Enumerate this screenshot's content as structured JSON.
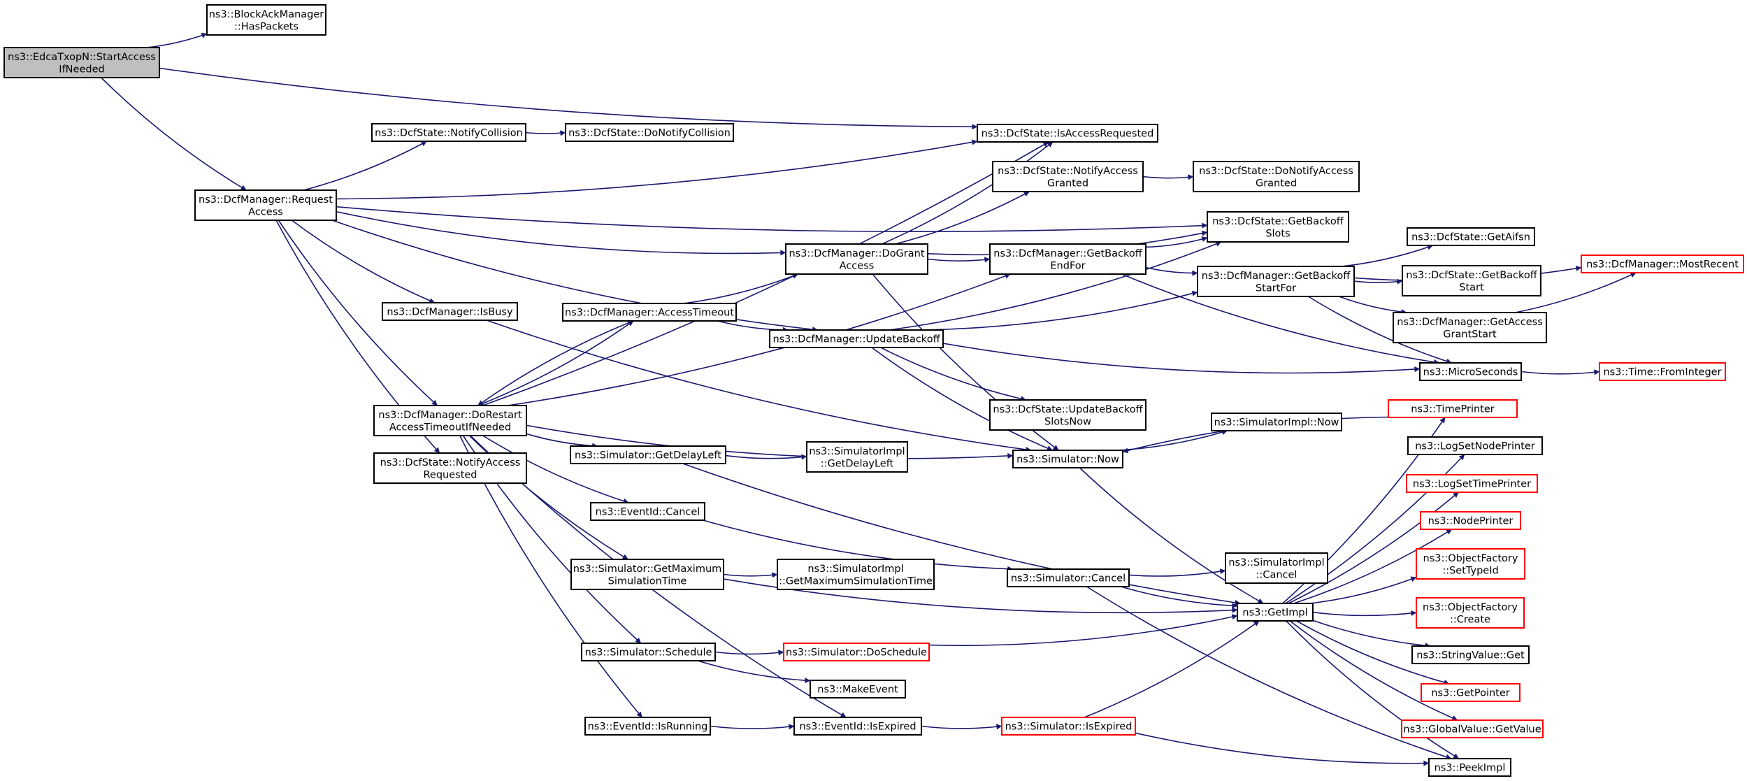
{
  "colors": {
    "edge": "#191970",
    "node_border": "#000000",
    "node_border_truncated": "#ff0000",
    "node_fill": "#ffffff",
    "root_fill": "#bfbfbf"
  },
  "nodes": [
    {
      "id": "start_access",
      "lines": [
        "ns3::EdcaTxopN::StartAccess",
        "IfNeeded"
      ],
      "root": true
    },
    {
      "id": "has_packets",
      "lines": [
        "ns3::BlockAckManager",
        "::HasPackets"
      ]
    },
    {
      "id": "request_access",
      "lines": [
        "ns3::DcfManager::Request",
        "Access"
      ]
    },
    {
      "id": "notify_collision",
      "lines": [
        "ns3::DcfState::NotifyCollision"
      ]
    },
    {
      "id": "do_notify_collision",
      "lines": [
        "ns3::DcfState::DoNotifyCollision"
      ]
    },
    {
      "id": "is_access_requested",
      "lines": [
        "ns3::DcfState::IsAccessRequested"
      ]
    },
    {
      "id": "notify_access_granted",
      "lines": [
        "ns3::DcfState::NotifyAccess",
        "Granted"
      ]
    },
    {
      "id": "do_notify_access_granted",
      "lines": [
        "ns3::DcfState::DoNotifyAccess",
        "Granted"
      ]
    },
    {
      "id": "get_backoff_slots",
      "lines": [
        "ns3::DcfState::GetBackoff",
        "Slots"
      ]
    },
    {
      "id": "do_grant_access",
      "lines": [
        "ns3::DcfManager::DoGrant",
        "Access"
      ]
    },
    {
      "id": "get_backoff_end_for",
      "lines": [
        "ns3::DcfManager::GetBackoff",
        "EndFor"
      ]
    },
    {
      "id": "get_aifsn",
      "lines": [
        "ns3::DcfState::GetAifsn"
      ]
    },
    {
      "id": "get_backoff_start_for",
      "lines": [
        "ns3::DcfManager::GetBackoff",
        "StartFor"
      ]
    },
    {
      "id": "get_backoff_start",
      "lines": [
        "ns3::DcfState::GetBackoff",
        "Start"
      ]
    },
    {
      "id": "most_recent",
      "lines": [
        "ns3::DcfManager::MostRecent"
      ],
      "truncated": true
    },
    {
      "id": "is_busy",
      "lines": [
        "ns3::DcfManager::IsBusy"
      ]
    },
    {
      "id": "access_timeout",
      "lines": [
        "ns3::DcfManager::AccessTimeout"
      ]
    },
    {
      "id": "update_backoff",
      "lines": [
        "ns3::DcfManager::UpdateBackoff"
      ]
    },
    {
      "id": "get_access_grant_start",
      "lines": [
        "ns3::DcfManager::GetAccess",
        "GrantStart"
      ]
    },
    {
      "id": "micro_seconds",
      "lines": [
        "ns3::MicroSeconds"
      ]
    },
    {
      "id": "from_integer",
      "lines": [
        "ns3::Time::FromInteger"
      ],
      "truncated": true
    },
    {
      "id": "do_restart",
      "lines": [
        "ns3::DcfManager::DoRestart",
        "AccessTimeoutIfNeeded"
      ]
    },
    {
      "id": "update_backoff_slots_now",
      "lines": [
        "ns3::DcfState::UpdateBackoff",
        "SlotsNow"
      ]
    },
    {
      "id": "simimpl_now",
      "lines": [
        "ns3::SimulatorImpl::Now"
      ]
    },
    {
      "id": "time_printer",
      "lines": [
        "ns3::TimePrinter"
      ],
      "truncated": true
    },
    {
      "id": "notify_access_requested",
      "lines": [
        "ns3::DcfState::NotifyAccess",
        "Requested"
      ]
    },
    {
      "id": "get_delay_left",
      "lines": [
        "ns3::Simulator::GetDelayLeft"
      ]
    },
    {
      "id": "simimpl_get_delay_left",
      "lines": [
        "ns3::SimulatorImpl",
        "::GetDelayLeft"
      ]
    },
    {
      "id": "simulator_now",
      "lines": [
        "ns3::Simulator::Now"
      ]
    },
    {
      "id": "log_set_node_printer",
      "lines": [
        "ns3::LogSetNodePrinter"
      ]
    },
    {
      "id": "log_set_time_printer",
      "lines": [
        "ns3::LogSetTimePrinter"
      ],
      "truncated": true
    },
    {
      "id": "eventid_cancel",
      "lines": [
        "ns3::EventId::Cancel"
      ]
    },
    {
      "id": "node_printer",
      "lines": [
        "ns3::NodePrinter"
      ],
      "truncated": true
    },
    {
      "id": "get_max_sim_time",
      "lines": [
        "ns3::Simulator::GetMaximum",
        "SimulationTime"
      ]
    },
    {
      "id": "simimpl_get_max_sim_time",
      "lines": [
        "ns3::SimulatorImpl",
        "::GetMaximumSimulationTime"
      ]
    },
    {
      "id": "simulator_cancel",
      "lines": [
        "ns3::Simulator::Cancel"
      ]
    },
    {
      "id": "simimpl_cancel",
      "lines": [
        "ns3::SimulatorImpl",
        "::Cancel"
      ]
    },
    {
      "id": "set_type_id",
      "lines": [
        "ns3::ObjectFactory",
        "::SetTypeId"
      ],
      "truncated": true
    },
    {
      "id": "get_impl",
      "lines": [
        "ns3::GetImpl"
      ]
    },
    {
      "id": "factory_create",
      "lines": [
        "ns3::ObjectFactory",
        "::Create"
      ],
      "truncated": true
    },
    {
      "id": "simulator_schedule",
      "lines": [
        "ns3::Simulator::Schedule"
      ]
    },
    {
      "id": "do_schedule",
      "lines": [
        "ns3::Simulator::DoSchedule"
      ],
      "truncated": true
    },
    {
      "id": "string_value_get",
      "lines": [
        "ns3::StringValue::Get"
      ]
    },
    {
      "id": "make_event",
      "lines": [
        "ns3::MakeEvent"
      ]
    },
    {
      "id": "get_pointer",
      "lines": [
        "ns3::GetPointer"
      ],
      "truncated": true
    },
    {
      "id": "eventid_is_running",
      "lines": [
        "ns3::EventId::IsRunning"
      ]
    },
    {
      "id": "eventid_is_expired",
      "lines": [
        "ns3::EventId::IsExpired"
      ]
    },
    {
      "id": "simulator_is_expired",
      "lines": [
        "ns3::Simulator::IsExpired"
      ],
      "truncated": true
    },
    {
      "id": "global_value_get_value",
      "lines": [
        "ns3::GlobalValue::GetValue"
      ],
      "truncated": true
    },
    {
      "id": "peek_impl",
      "lines": [
        "ns3::PeekImpl"
      ]
    }
  ],
  "edges": [
    [
      "start_access",
      "has_packets"
    ],
    [
      "start_access",
      "is_access_requested"
    ],
    [
      "start_access",
      "request_access"
    ],
    [
      "request_access",
      "notify_collision"
    ],
    [
      "request_access",
      "is_access_requested"
    ],
    [
      "request_access",
      "get_backoff_slots"
    ],
    [
      "request_access",
      "do_grant_access"
    ],
    [
      "request_access",
      "update_backoff"
    ],
    [
      "request_access",
      "is_busy"
    ],
    [
      "request_access",
      "do_restart"
    ],
    [
      "request_access",
      "notify_access_requested"
    ],
    [
      "notify_collision",
      "do_notify_collision"
    ],
    [
      "notify_access_granted",
      "do_notify_access_granted"
    ],
    [
      "do_grant_access",
      "is_access_requested"
    ],
    [
      "do_grant_access",
      "notify_access_granted"
    ],
    [
      "do_grant_access",
      "get_backoff_slots"
    ],
    [
      "do_grant_access",
      "get_backoff_end_for"
    ],
    [
      "do_grant_access",
      "simulator_now"
    ],
    [
      "get_backoff_end_for",
      "get_backoff_slots"
    ],
    [
      "get_backoff_end_for",
      "get_backoff_start_for"
    ],
    [
      "get_backoff_end_for",
      "micro_seconds"
    ],
    [
      "get_backoff_start_for",
      "get_aifsn"
    ],
    [
      "get_backoff_start_for",
      "most_recent"
    ],
    [
      "get_backoff_start_for",
      "get_backoff_start"
    ],
    [
      "get_backoff_start_for",
      "get_access_grant_start"
    ],
    [
      "get_backoff_start_for",
      "micro_seconds"
    ],
    [
      "get_access_grant_start",
      "most_recent"
    ],
    [
      "micro_seconds",
      "from_integer"
    ],
    [
      "is_busy",
      "simulator_now"
    ],
    [
      "access_timeout",
      "do_grant_access"
    ],
    [
      "access_timeout",
      "do_restart"
    ],
    [
      "access_timeout",
      "update_backoff"
    ],
    [
      "update_backoff",
      "get_backoff_slots"
    ],
    [
      "update_backoff",
      "get_backoff_start_for"
    ],
    [
      "update_backoff",
      "micro_seconds"
    ],
    [
      "update_backoff",
      "update_backoff_slots_now"
    ],
    [
      "update_backoff",
      "simulator_now"
    ],
    [
      "do_restart",
      "is_access_requested"
    ],
    [
      "do_restart",
      "access_timeout"
    ],
    [
      "do_restart",
      "get_backoff_end_for"
    ],
    [
      "do_restart",
      "simulator_now"
    ],
    [
      "do_restart",
      "get_delay_left"
    ],
    [
      "do_restart",
      "eventid_cancel"
    ],
    [
      "do_restart",
      "get_max_sim_time"
    ],
    [
      "do_restart",
      "simulator_schedule"
    ],
    [
      "do_restart",
      "eventid_is_running"
    ],
    [
      "do_restart",
      "eventid_is_expired"
    ],
    [
      "get_delay_left",
      "simimpl_get_delay_left"
    ],
    [
      "get_delay_left",
      "get_impl"
    ],
    [
      "simulator_now",
      "simimpl_now"
    ],
    [
      "simulator_now",
      "get_impl"
    ],
    [
      "time_printer",
      "simulator_now"
    ],
    [
      "eventid_cancel",
      "simulator_cancel"
    ],
    [
      "get_max_sim_time",
      "simimpl_get_max_sim_time"
    ],
    [
      "get_max_sim_time",
      "get_impl"
    ],
    [
      "simulator_cancel",
      "simimpl_cancel"
    ],
    [
      "simulator_cancel",
      "get_impl"
    ],
    [
      "simulator_cancel",
      "peek_impl"
    ],
    [
      "simulator_schedule",
      "do_schedule"
    ],
    [
      "simulator_schedule",
      "make_event"
    ],
    [
      "do_schedule",
      "get_impl"
    ],
    [
      "eventid_is_running",
      "eventid_is_expired"
    ],
    [
      "eventid_is_expired",
      "simulator_is_expired"
    ],
    [
      "simulator_is_expired",
      "get_impl"
    ],
    [
      "simulator_is_expired",
      "peek_impl"
    ],
    [
      "get_impl",
      "time_printer"
    ],
    [
      "get_impl",
      "log_set_node_printer"
    ],
    [
      "get_impl",
      "log_set_time_printer"
    ],
    [
      "get_impl",
      "node_printer"
    ],
    [
      "get_impl",
      "set_type_id"
    ],
    [
      "get_impl",
      "factory_create"
    ],
    [
      "get_impl",
      "string_value_get"
    ],
    [
      "get_impl",
      "get_pointer"
    ],
    [
      "get_impl",
      "global_value_get_value"
    ],
    [
      "get_impl",
      "peek_impl"
    ]
  ]
}
